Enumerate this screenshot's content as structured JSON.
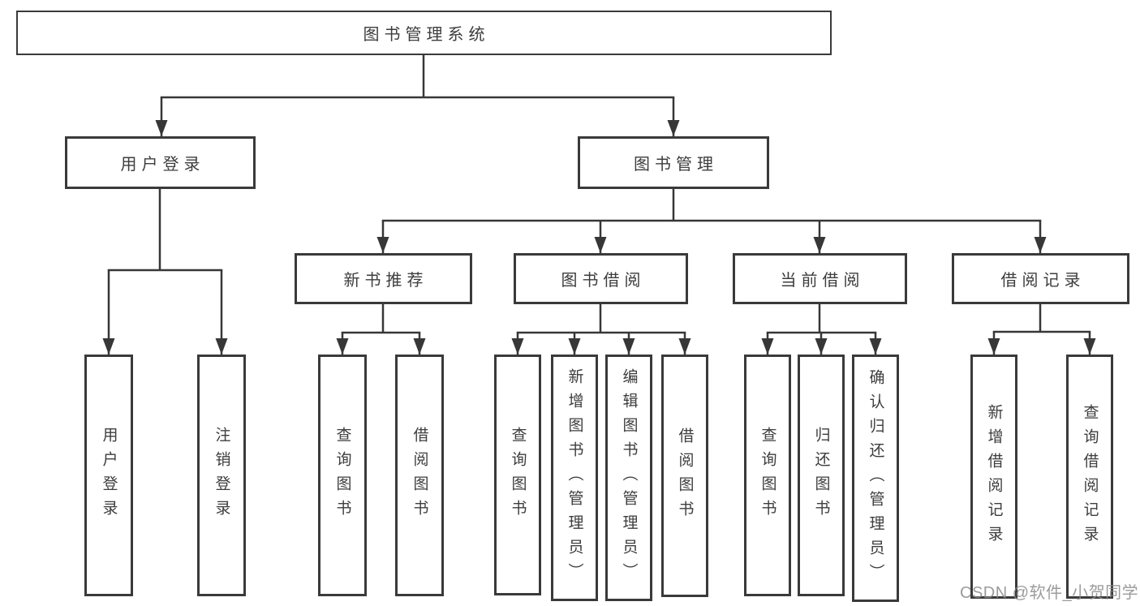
{
  "diagram": {
    "title": "图书管理系统",
    "root": {
      "label": "图书管理系统"
    },
    "level2": [
      {
        "id": "user-login",
        "label": "用户登录"
      },
      {
        "id": "book-management",
        "label": "图书管理"
      }
    ],
    "level3": [
      {
        "id": "new-book-recommend",
        "label": "新书推荐",
        "parent": "图书管理"
      },
      {
        "id": "book-borrow",
        "label": "图书借阅",
        "parent": "图书管理"
      },
      {
        "id": "current-borrow",
        "label": "当前借阅",
        "parent": "图书管理"
      },
      {
        "id": "borrow-records",
        "label": "借阅记录",
        "parent": "图书管理"
      }
    ],
    "leaves": [
      {
        "label": "用户登录",
        "parent": "用户登录"
      },
      {
        "label": "注销登录",
        "parent": "用户登录"
      },
      {
        "label": "查询图书",
        "parent": "新书推荐"
      },
      {
        "label": "借阅图书",
        "parent": "新书推荐"
      },
      {
        "label": "查询图书",
        "parent": "图书借阅"
      },
      {
        "label": "新增图书（管理员）",
        "parent": "图书借阅"
      },
      {
        "label": "编辑图书（管理员）",
        "parent": "图书借阅"
      },
      {
        "label": "借阅图书",
        "parent": "图书借阅"
      },
      {
        "label": "查询图书",
        "parent": "当前借阅"
      },
      {
        "label": "归还图书",
        "parent": "当前借阅"
      },
      {
        "label": "确认归还（管理员）",
        "parent": "当前借阅"
      },
      {
        "label": "新增借阅记录",
        "parent": "借阅记录"
      },
      {
        "label": "查询借阅记录",
        "parent": "借阅记录"
      }
    ]
  },
  "watermark": "CSDN @软件_小贺同学",
  "colors": {
    "line": "#373737",
    "border": "#3a3a3a",
    "text": "#3d3d3d",
    "background": "#ffffff",
    "watermark": "#8a8a8a"
  }
}
